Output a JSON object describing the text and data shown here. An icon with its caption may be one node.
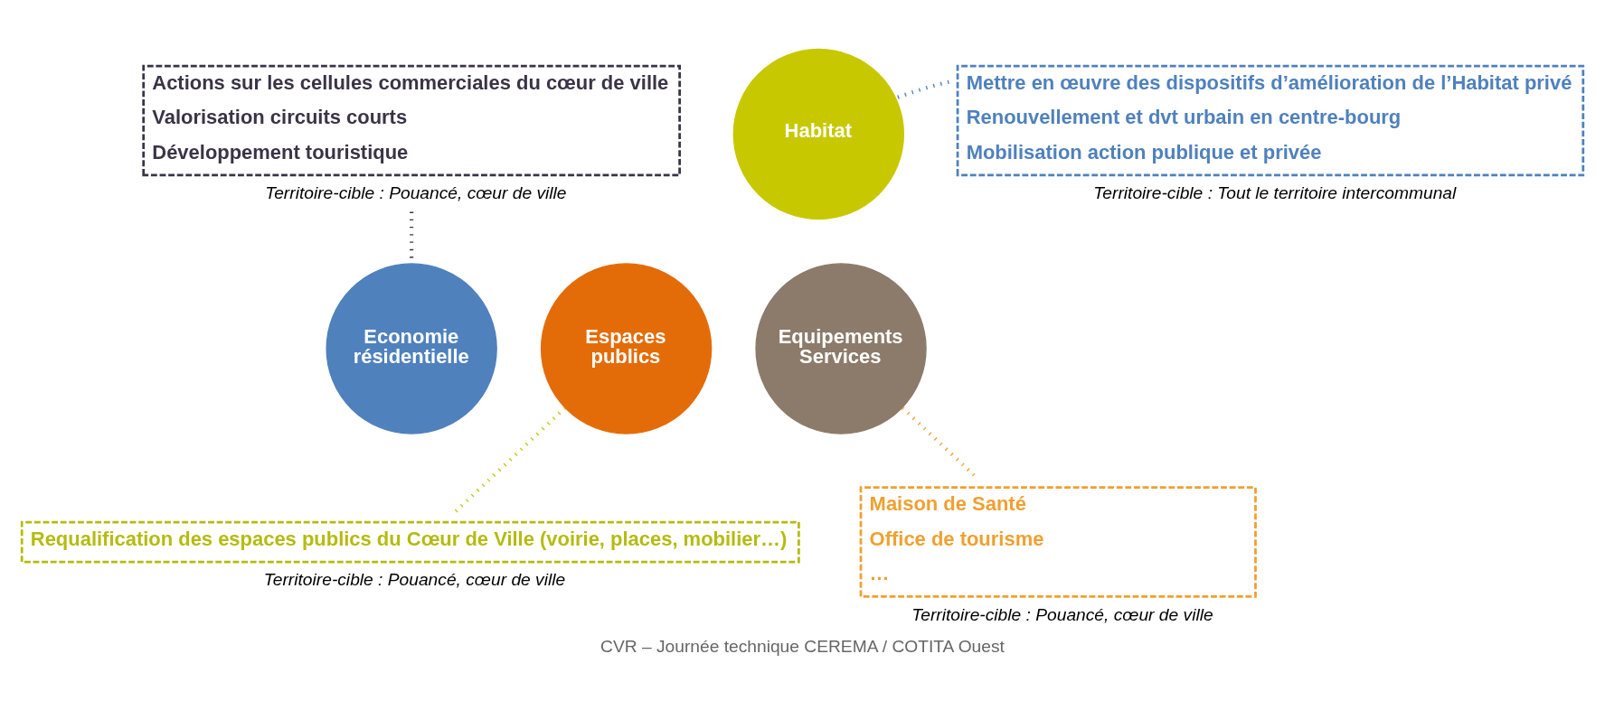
{
  "diagram": {
    "caption": "CVR – Journée technique CEREMA / COTITA Ouest",
    "nodes": [
      {
        "text": [
          "Actions sur les cellules commerciales du cœur de ville",
          "Valorisation circuits courts",
          "Développement touristique"
        ],
        "beside": [
          "Territoire-cible : Pouancé, cœur de ville"
        ]
      },
      {
        "text": [
          "Habitat"
        ]
      },
      {
        "text": [
          "Mettre en œuvre des dispositifs d’amélioration de l’Habitat privé",
          "Renouvellement et dvt urbain en centre-bourg",
          "Mobilisation action publique et privée"
        ],
        "beside": [
          "Territoire-cible : Tout le territoire intercommunal"
        ]
      },
      {
        "text": [
          "Economie résidentielle"
        ]
      },
      {
        "text": [
          "Equipements Services"
        ]
      },
      {
        "text": [
          "Espaces publics"
        ]
      },
      {
        "text": [
          "Requalification des espaces publics du Cœur de Ville (voirie, places, mobilier…)"
        ],
        "beside": [
          "Territoire-cible : Pouancé, cœur de ville"
        ]
      },
      {
        "text": [
          "Maison de Santé",
          "Office de tourisme",
          "…"
        ],
        "beside": [
          "Territoire-cible : Pouancé, cœur de ville"
        ]
      }
    ],
    "edges": [
      {
        "from": 0,
        "to": 3,
        "arrow": "none",
        "color": "#3a3447"
      },
      {
        "from": 2,
        "to": 1,
        "arrow": "none",
        "color": "#4f81bd"
      },
      {
        "from": 4,
        "to": 7,
        "arrow": "none",
        "color": "#f0a030"
      },
      {
        "from": 5,
        "to": 6,
        "arrow": "none",
        "color": "#c2c81a"
      }
    ]
  }
}
